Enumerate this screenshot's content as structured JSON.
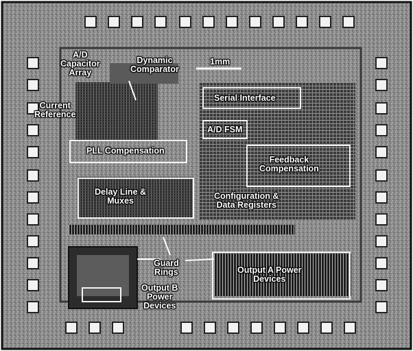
{
  "colors": {
    "background": "#8f8f8f",
    "pad": "#f2f2f2",
    "label": "#ffffff",
    "box_outline": "#f4f4f4"
  },
  "labels": {
    "capacitor_array": "A/D\nCapacitor\nArray",
    "dynamic_comparator": "Dynamic\nComparator",
    "scale_bar": "1mm",
    "current_reference": "Current\nReference",
    "serial_interface": "Serial Interface",
    "ad_fsm": "A/D FSM",
    "pll_compensation": "PLL Compensation",
    "feedback_compensation": "Feedback\nCompensation",
    "delay_line": "Delay Line &\nMuxes",
    "config_registers": "Configuration &\nData Registers",
    "guard_rings": "Guard\nRings",
    "output_a": "Output A Power\nDevices",
    "output_b": "Output B\nPower\nDevices"
  }
}
